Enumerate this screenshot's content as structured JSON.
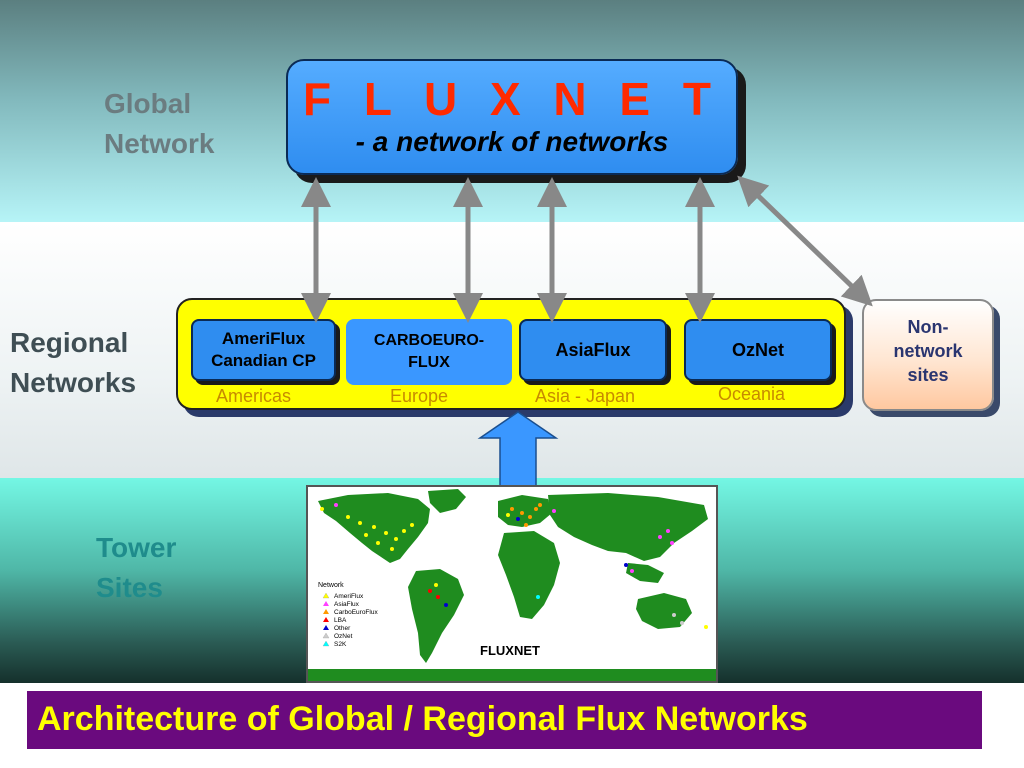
{
  "levels": {
    "global": {
      "line1": "Global",
      "line2": "Network"
    },
    "regional": {
      "line1": "Regional",
      "line2": "Networks"
    },
    "tower": {
      "line1": "Tower",
      "line2": "Sites"
    }
  },
  "fluxnet": {
    "title": "F L U X N E T",
    "subtitle": "- a network of networks"
  },
  "networks": [
    {
      "line1": "AmeriFlux",
      "line2": "Canadian CP",
      "region": "Americas"
    },
    {
      "label": "CARBOEURO-\nFLUX",
      "region": "Europe"
    },
    {
      "label": "AsiaFlux",
      "region": "Asia - Japan"
    },
    {
      "label": "OzNet",
      "region": "Oceania"
    }
  ],
  "non_network": {
    "line1": "Non-",
    "line2": "network",
    "line3": "sites"
  },
  "map": {
    "title": "FLUXNET",
    "legend_title": "Network",
    "legend": [
      {
        "label": "AmeriFlux",
        "color": "#ffff00"
      },
      {
        "label": "AsiaFlux",
        "color": "#ff40ff"
      },
      {
        "label": "CarboEuroFlux",
        "color": "#ff9900"
      },
      {
        "label": "LBA",
        "color": "#ff0000"
      },
      {
        "label": "Other",
        "color": "#0000cc"
      },
      {
        "label": "OzNet",
        "color": "#cccccc"
      },
      {
        "label": "S2K",
        "color": "#00ffff"
      }
    ]
  },
  "banner": {
    "text": "Architecture of Global / Regional Flux Networks"
  },
  "colors": {
    "fluxnet_title": "#ff2a00",
    "network_box": "#2f8df0",
    "regional_bg": "#ffff00",
    "banner_bg": "#6a0a7e",
    "banner_text": "#ffff00",
    "arrow": "#888888",
    "big_arrow": "#3a97ff",
    "land": "#1f8c1f"
  }
}
